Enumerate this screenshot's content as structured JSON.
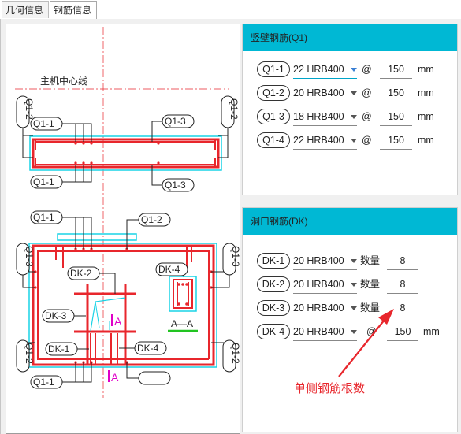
{
  "tabs": [
    {
      "label": "几何信息"
    },
    {
      "label": "钢筋信息"
    }
  ],
  "drawing": {
    "axis_label": "主机中心线",
    "section_label": "A—A",
    "cut_label": "A",
    "tags": {
      "q1_1": "Q1-1",
      "q1_2": "Q1-2",
      "q1_3": "Q1-3",
      "dk_1": "DK-1",
      "dk_2": "DK-2",
      "dk_3": "DK-3",
      "dk_4": "DK-4"
    }
  },
  "wall_panel": {
    "header": "竖壁钢筋(Q1)",
    "rows": [
      {
        "tag": "Q1-1",
        "rebar": "22 HRB400",
        "at": "@",
        "value": "150",
        "unit": "mm"
      },
      {
        "tag": "Q1-2",
        "rebar": "20 HRB400",
        "at": "@",
        "value": "150",
        "unit": "mm"
      },
      {
        "tag": "Q1-3",
        "rebar": "18 HRB400",
        "at": "@",
        "value": "150",
        "unit": "mm"
      },
      {
        "tag": "Q1-4",
        "rebar": "22 HRB400",
        "at": "@",
        "value": "150",
        "unit": "mm"
      }
    ]
  },
  "hole_panel": {
    "header": "洞口钢筋(DK)",
    "rows": [
      {
        "tag": "DK-1",
        "rebar": "20 HRB400",
        "label": "数量",
        "value": "8",
        "unit": ""
      },
      {
        "tag": "DK-2",
        "rebar": "20 HRB400",
        "label": "数量",
        "value": "8",
        "unit": ""
      },
      {
        "tag": "DK-3",
        "rebar": "20 HRB400",
        "label": "数量",
        "value": "8",
        "unit": ""
      },
      {
        "tag": "DK-4",
        "rebar": "20 HRB400",
        "label": "@",
        "value": "150",
        "unit": "mm"
      }
    ]
  },
  "annotation": {
    "text": "单侧钢筋根数",
    "color": "#e8262c"
  },
  "colors": {
    "accent": "#00b8d4",
    "rebar": "#e8262c",
    "concrete": "#19d3e6",
    "magenta": "#e000c8"
  }
}
